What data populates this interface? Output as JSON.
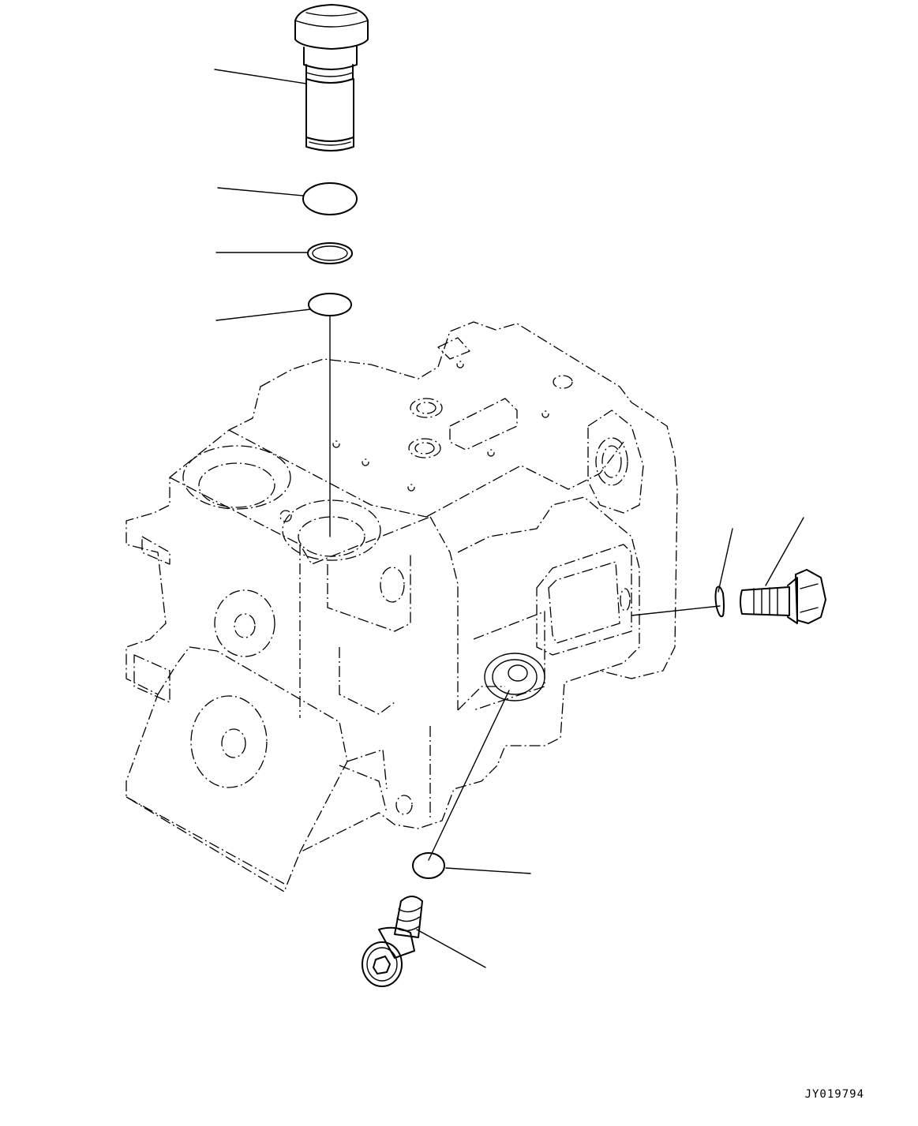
{
  "figure": {
    "reference_code": "JY019794",
    "parts": [
      {
        "id": "plug",
        "icon": "plug-with-oring-icon"
      },
      {
        "id": "backup-ring",
        "icon": "ring-icon"
      },
      {
        "id": "o-ring",
        "icon": "ring-icon"
      },
      {
        "id": "seal-disc-upper",
        "icon": "disc-icon"
      },
      {
        "id": "side-seal",
        "icon": "disc-icon"
      },
      {
        "id": "side-bolt",
        "icon": "hex-bolt-icon"
      },
      {
        "id": "seal-disc-lower",
        "icon": "disc-icon"
      },
      {
        "id": "socket-bolt",
        "icon": "socket-head-bolt-icon"
      }
    ],
    "housing": {
      "icon": "valve-housing-icon",
      "line_style": "dash-dot"
    }
  }
}
